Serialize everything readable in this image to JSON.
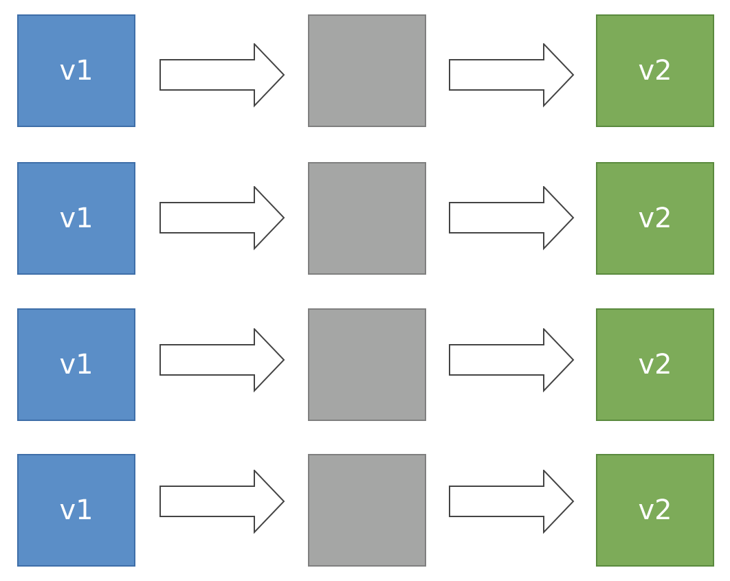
{
  "diagram": {
    "rows": [
      {
        "from_label": "v1",
        "middle_label": "",
        "to_label": "v2"
      },
      {
        "from_label": "v1",
        "middle_label": "",
        "to_label": "v2"
      },
      {
        "from_label": "v1",
        "middle_label": "",
        "to_label": "v2"
      },
      {
        "from_label": "v1",
        "middle_label": "",
        "to_label": "v2"
      }
    ],
    "colors": {
      "from_fill": "#5b8ec7",
      "middle_fill": "#a5a6a5",
      "to_fill": "#7dab59",
      "arrow_fill": "#ffffff",
      "arrow_stroke": "#444444"
    },
    "arrow_icon": "right-block-arrow-icon"
  }
}
